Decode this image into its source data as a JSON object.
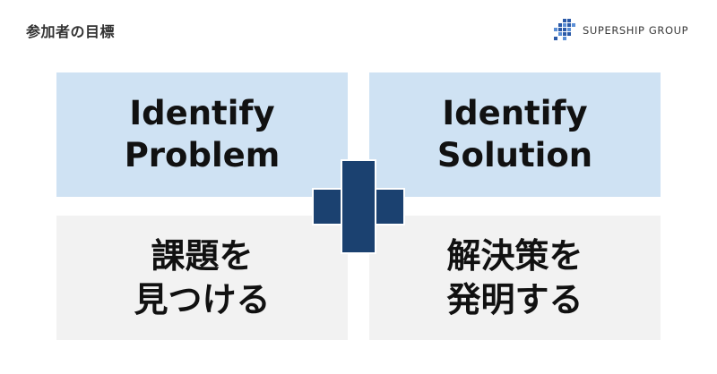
{
  "header": {
    "title": "参加者の目標",
    "logo_text": "SUPERSHIP GROUP"
  },
  "quadrants": {
    "top_left": "Identify\nProblem",
    "top_right": "Identify\nSolution",
    "bottom_left": "課題を\n見つける",
    "bottom_right": "解決策を\n発明する"
  },
  "colors": {
    "top_boxes": "#cfe2f3",
    "bottom_boxes": "#f2f2f2",
    "plus": "#1b4170",
    "logo_blue": "#2b5aa8"
  },
  "icons": {
    "logo": "supership-pixel-logo-icon",
    "center": "plus-icon"
  }
}
